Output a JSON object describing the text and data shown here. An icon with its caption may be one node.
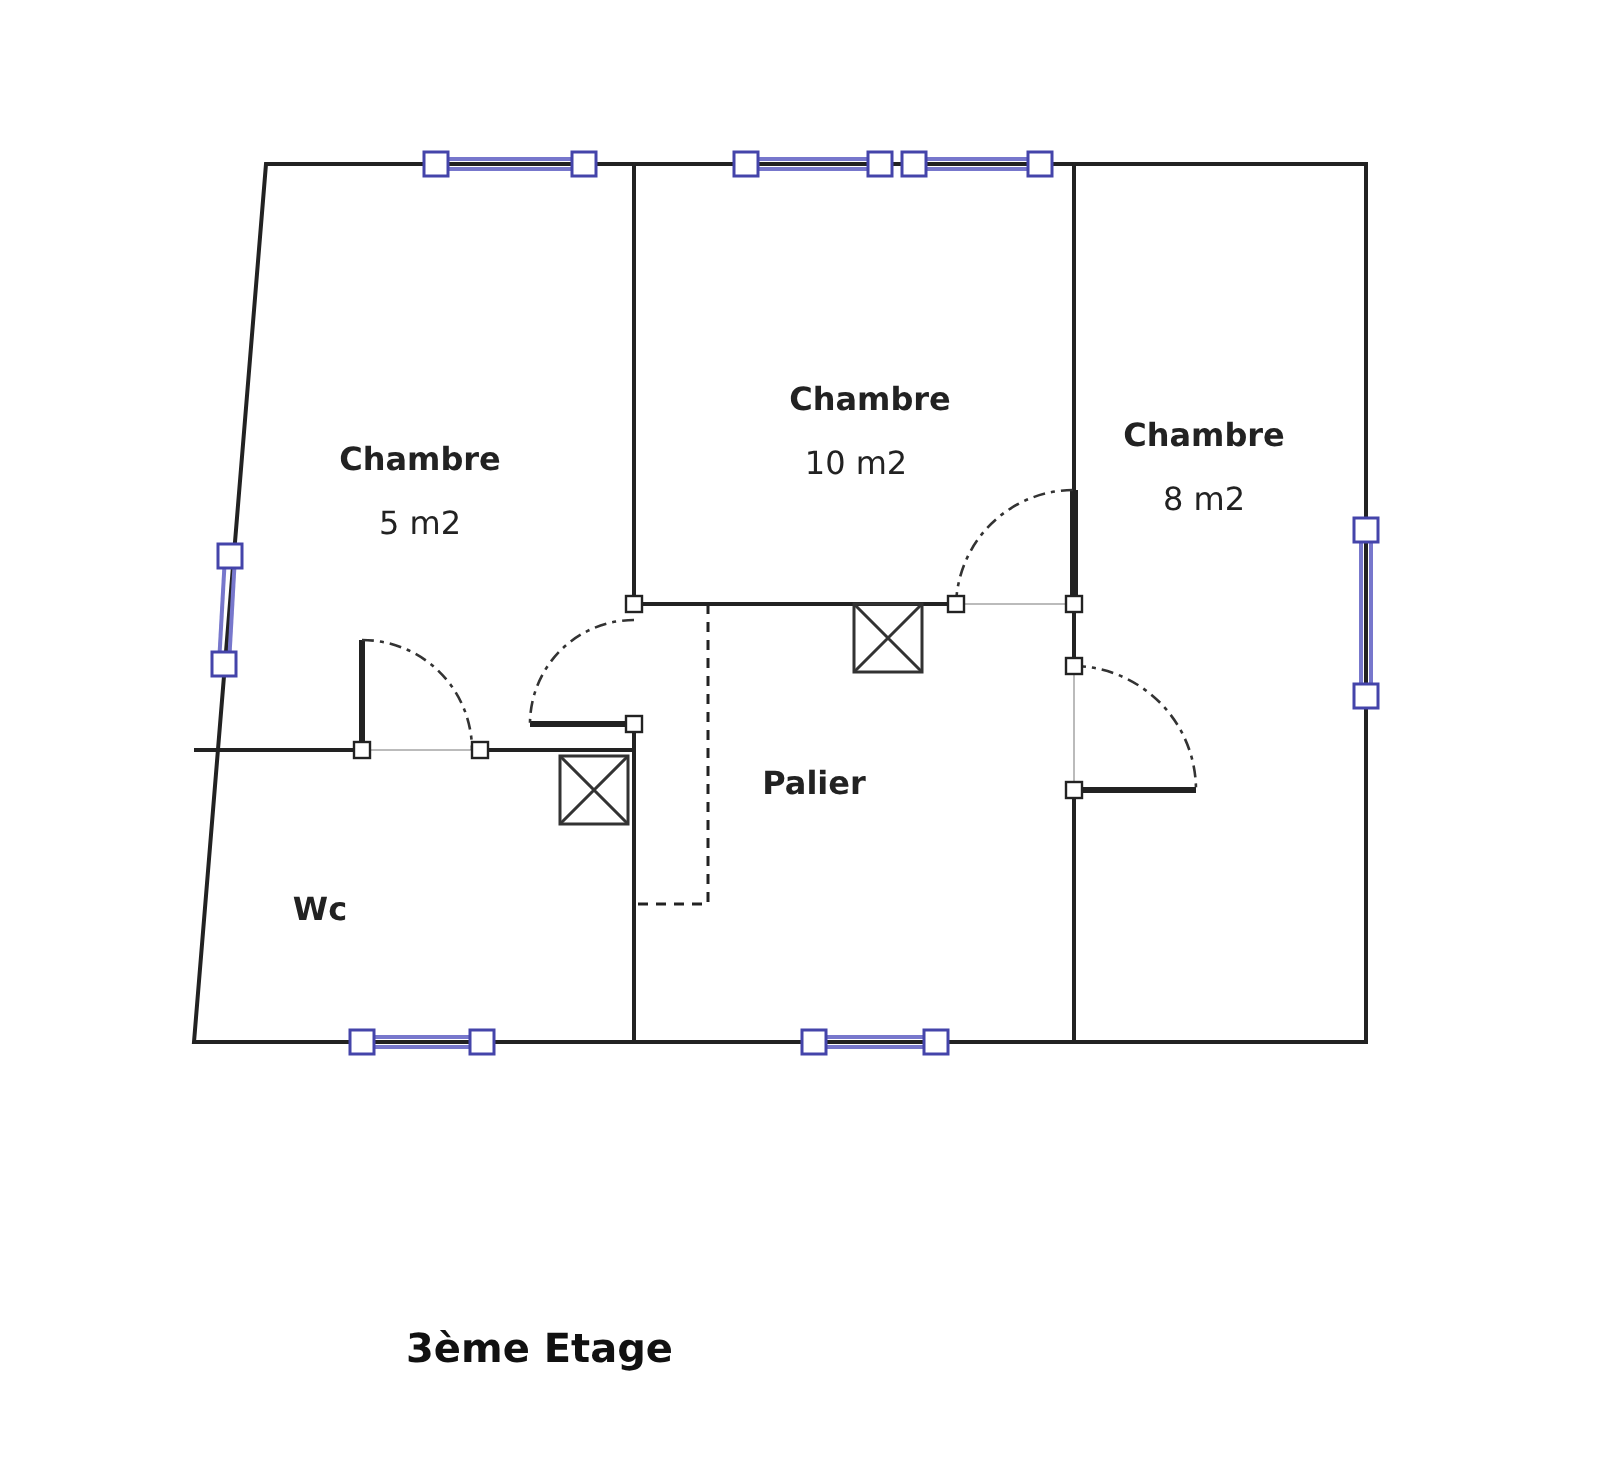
{
  "diagram": {
    "title": "3ème Etage",
    "nodes": [
      {
        "text": [
          "Chambre",
          "5 m2"
        ]
      },
      {
        "text": [
          "Chambre",
          "10 m2"
        ]
      },
      {
        "text": [
          "Chambre",
          "8 m2"
        ]
      },
      {
        "text": [
          "Palier"
        ]
      },
      {
        "text": [
          "Wc"
        ]
      }
    ],
    "edges": []
  }
}
